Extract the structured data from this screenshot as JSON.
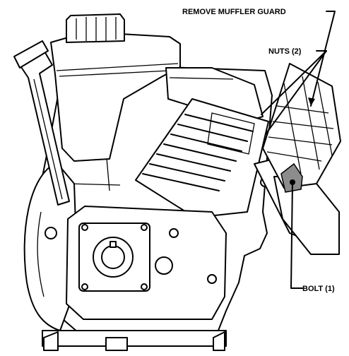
{
  "labels": {
    "remove_guard": "REMOVE MUFFLER GUARD",
    "nuts": "NUTS (2)",
    "bolt": "BOLT (1)"
  },
  "colors": {
    "ink": "#000000",
    "shaded": "#8c8c8c",
    "background": "#ffffff"
  }
}
